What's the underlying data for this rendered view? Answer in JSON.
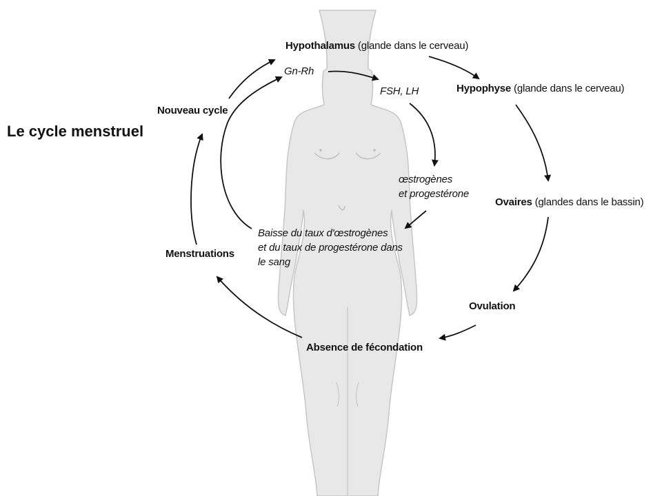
{
  "title": "Le cycle menstruel",
  "labels": {
    "hypothalamus_name": "Hypothalamus",
    "hypothalamus_desc": "(glande dans le cerveau)",
    "hypophyse_name": "Hypophyse",
    "hypophyse_desc": "(glande dans le cerveau)",
    "ovaires_name": "Ovaires",
    "ovaires_desc": "(glandes dans le bassin)",
    "ovulation": "Ovulation",
    "absence": "Absence de fécondation",
    "menstruations": "Menstruations",
    "nouveau_cycle": "Nouveau cycle"
  },
  "hormones": {
    "gnrh": "Gn-Rh",
    "fsh_lh": "FSH, LH",
    "oestro_line1": "œstrogènes",
    "oestro_line2": "et progestérone",
    "baisse_line1": "Baisse du taux d'œstrogènes",
    "baisse_line2": "et du taux de progestérone dans",
    "baisse_line3": "le sang"
  },
  "colors": {
    "silhouette_fill": "#e8e8e8",
    "silhouette_stroke": "#c6c6c6",
    "arrow": "#111111",
    "text": "#111111"
  }
}
